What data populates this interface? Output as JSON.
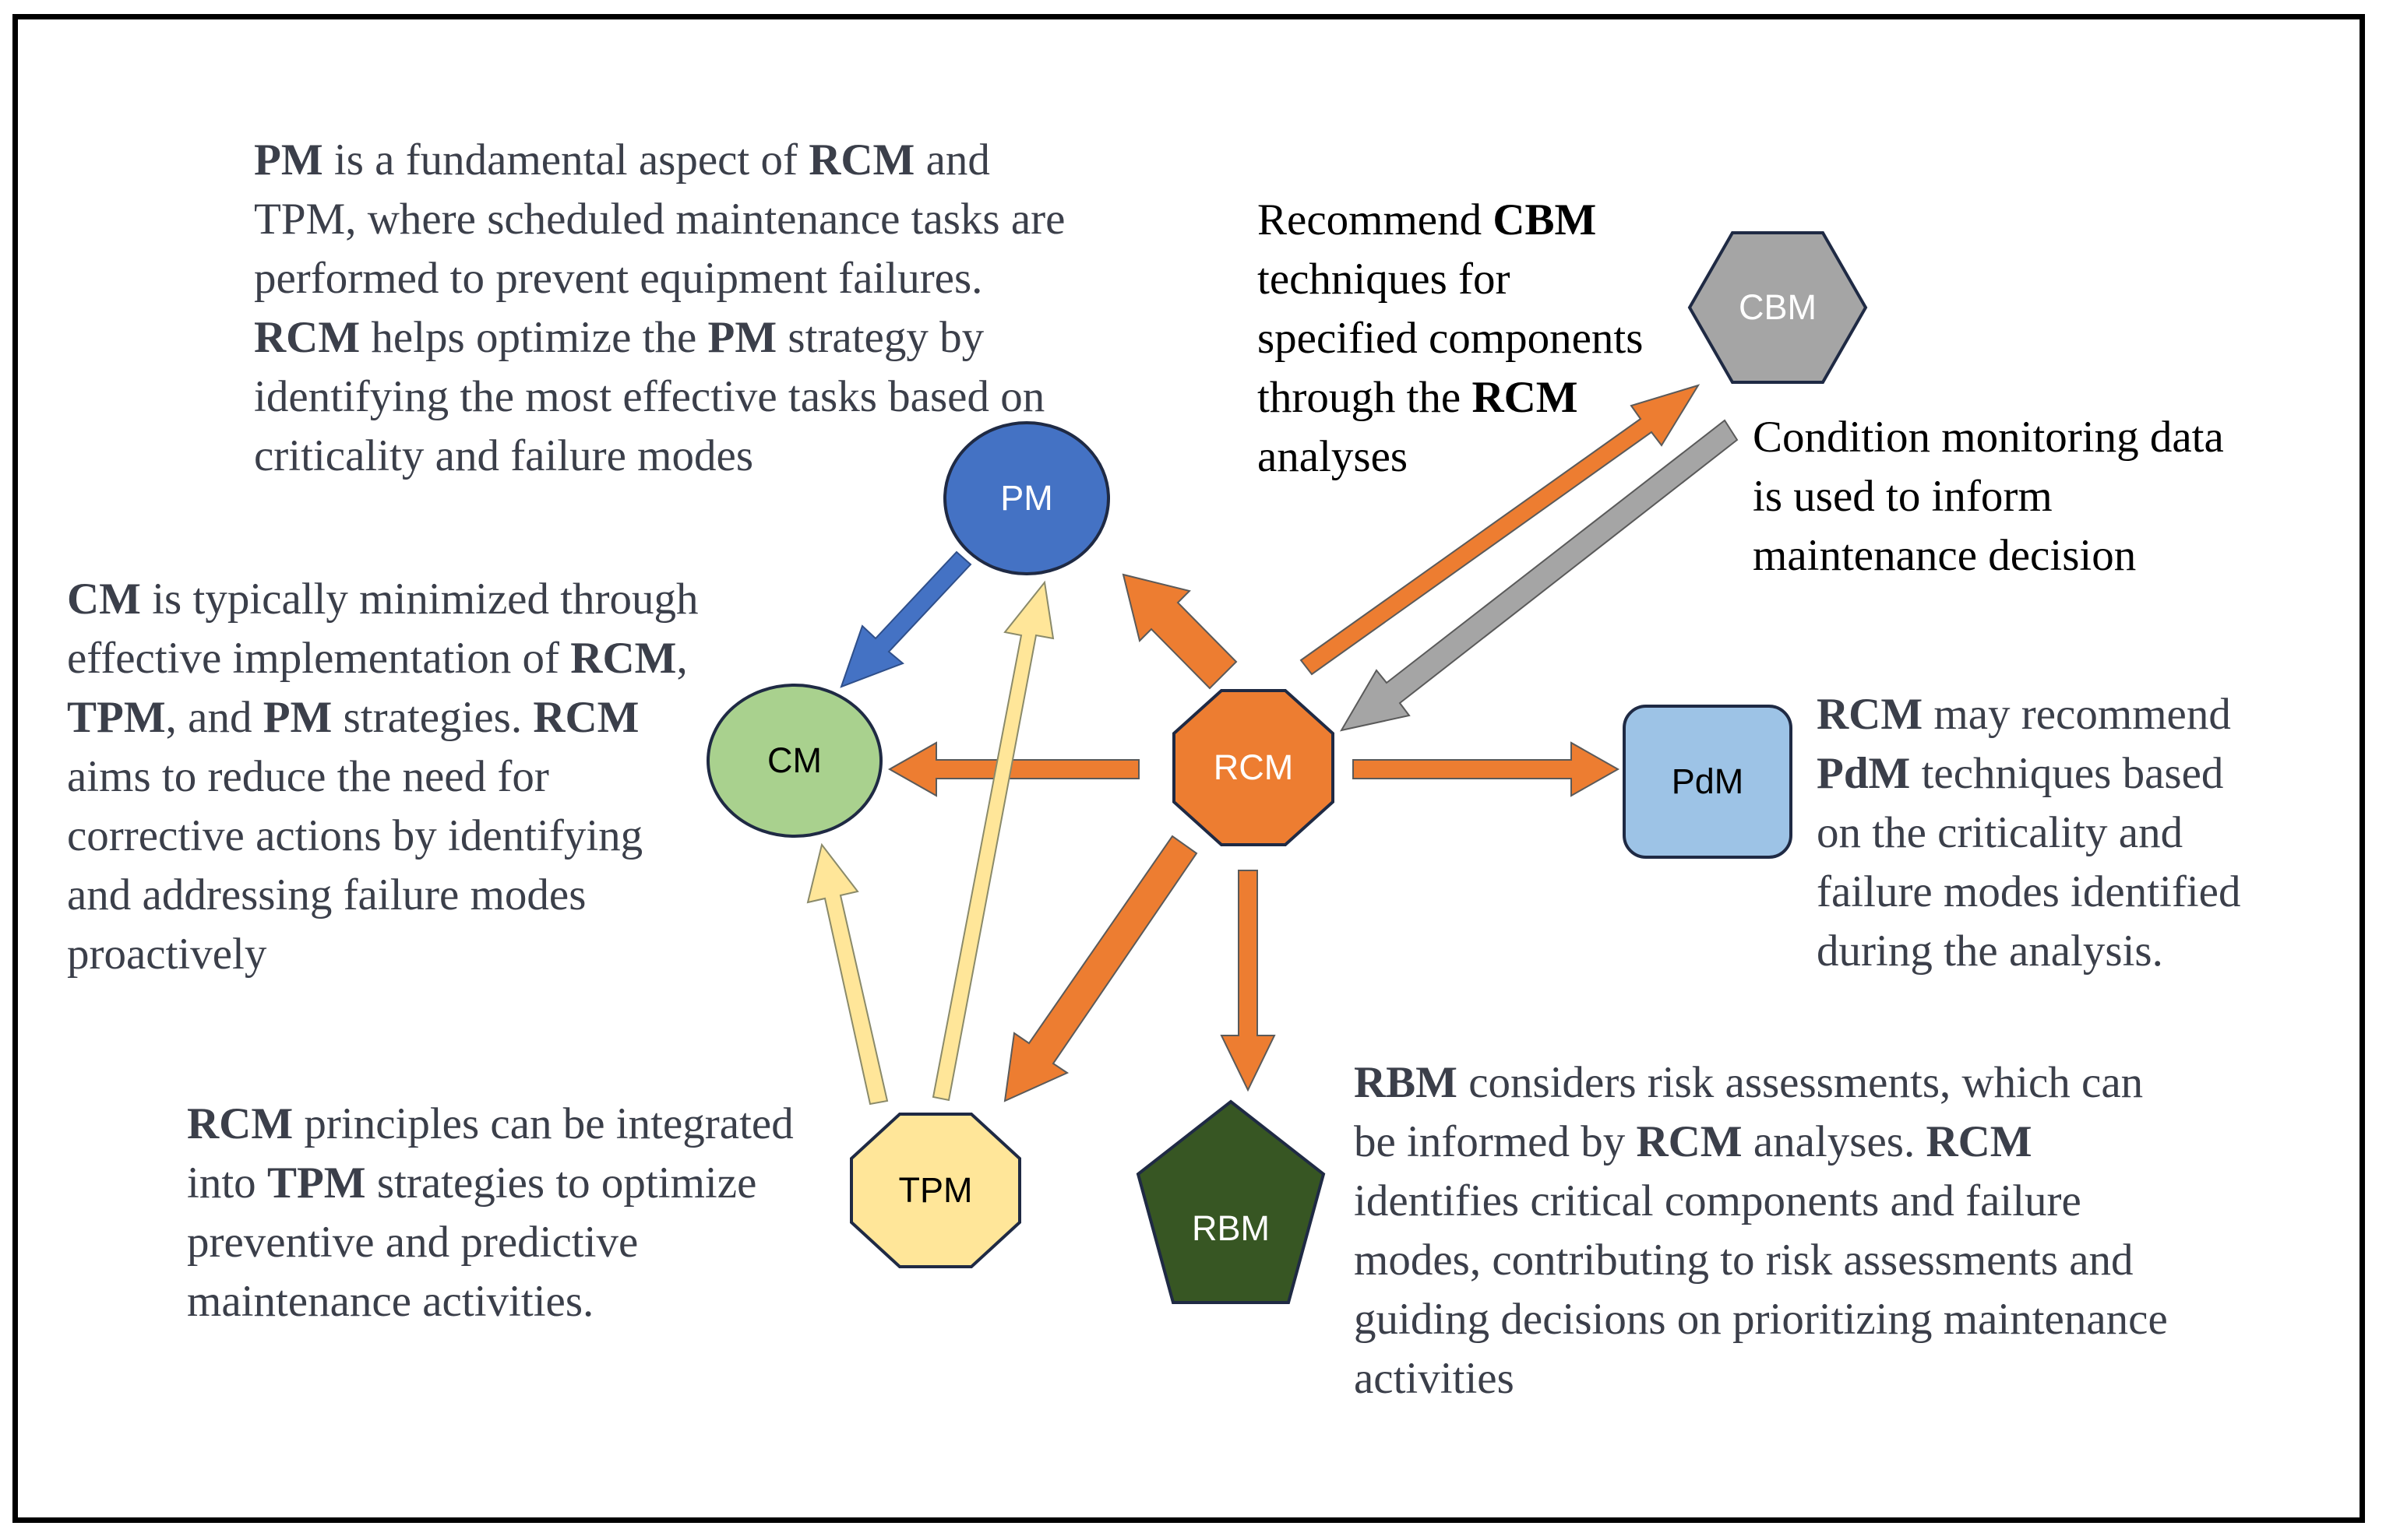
{
  "nodes": {
    "pm": {
      "label": "PM",
      "fill": "#4472c4",
      "text_color": "#ffffff"
    },
    "cm": {
      "label": "CM",
      "fill": "#a9d18e",
      "text_color": "#000000"
    },
    "rcm": {
      "label": "RCM",
      "fill": "#ed7d31",
      "text_color": "#ffffff"
    },
    "cbm": {
      "label": "CBM",
      "fill": "#a5a5a5",
      "text_color": "#ffffff"
    },
    "pdm": {
      "label": "PdM",
      "fill": "#9dc3e6",
      "text_color": "#000000"
    },
    "tpm": {
      "label": "TPM",
      "fill": "#ffe699",
      "text_color": "#000000"
    },
    "rbm": {
      "label": "RBM",
      "fill": "#375623",
      "text_color": "#ffffff"
    }
  },
  "colors": {
    "orange_arrow": "#ed7d31",
    "blue_arrow": "#4472c4",
    "gray_arrow": "#a5a5a5",
    "yellow_arrow": "#ffe699",
    "outline": "#1f2a44"
  },
  "descriptions": {
    "pm": [
      [
        {
          "t": "PM",
          "b": true
        },
        {
          "t": " is a fundamental aspect of "
        },
        {
          "t": "RCM",
          "b": true
        },
        {
          "t": " and"
        }
      ],
      [
        {
          "t": "TPM, where scheduled maintenance tasks are"
        }
      ],
      [
        {
          "t": "performed to prevent equipment failures."
        }
      ],
      [
        {
          "t": "RCM",
          "b": true
        },
        {
          "t": " helps optimize the "
        },
        {
          "t": "PM",
          "b": true
        },
        {
          "t": " strategy by"
        }
      ],
      [
        {
          "t": "identifying the most effective tasks based on"
        }
      ],
      [
        {
          "t": "criticality and failure modes"
        }
      ]
    ],
    "cbm": [
      [
        {
          "t": "Recommend "
        },
        {
          "t": "CBM",
          "b": true
        }
      ],
      [
        {
          "t": "techniques for"
        }
      ],
      [
        {
          "t": "specified components"
        }
      ],
      [
        {
          "t": "through the "
        },
        {
          "t": "RCM",
          "b": true
        }
      ],
      [
        {
          "t": "analyses"
        }
      ]
    ],
    "condition": [
      [
        {
          "t": "Condition monitoring data"
        }
      ],
      [
        {
          "t": "is used to inform"
        }
      ],
      [
        {
          "t": "maintenance decision"
        }
      ]
    ],
    "cm": [
      [
        {
          "t": "CM",
          "b": true
        },
        {
          "t": " is typically minimized through"
        }
      ],
      [
        {
          "t": "effective implementation of "
        },
        {
          "t": "RCM",
          "b": true
        },
        {
          "t": ","
        }
      ],
      [
        {
          "t": "TPM",
          "b": true
        },
        {
          "t": ", and "
        },
        {
          "t": "PM",
          "b": true
        },
        {
          "t": " strategies. "
        },
        {
          "t": "RCM",
          "b": true
        }
      ],
      [
        {
          "t": "aims to reduce the need for"
        }
      ],
      [
        {
          "t": "corrective actions by identifying"
        }
      ],
      [
        {
          "t": "and addressing failure modes"
        }
      ],
      [
        {
          "t": "proactively"
        }
      ]
    ],
    "pdm": [
      [
        {
          "t": "RCM",
          "b": true
        },
        {
          "t": " may recommend"
        }
      ],
      [
        {
          "t": "PdM",
          "b": true
        },
        {
          "t": " techniques based"
        }
      ],
      [
        {
          "t": "on the criticality and"
        }
      ],
      [
        {
          "t": "failure modes identified"
        }
      ],
      [
        {
          "t": "during the analysis."
        }
      ]
    ],
    "tpm": [
      [
        {
          "t": "RCM",
          "b": true
        },
        {
          "t": " principles can be integrated"
        }
      ],
      [
        {
          "t": "into "
        },
        {
          "t": "TPM",
          "b": true
        },
        {
          "t": " strategies to optimize"
        }
      ],
      [
        {
          "t": "preventive and predictive"
        }
      ],
      [
        {
          "t": "maintenance activities."
        }
      ]
    ],
    "rbm": [
      [
        {
          "t": "RBM",
          "b": true
        },
        {
          "t": " considers risk assessments, which can"
        }
      ],
      [
        {
          "t": "be informed by "
        },
        {
          "t": "RCM",
          "b": true
        },
        {
          "t": " analyses. "
        },
        {
          "t": "RCM",
          "b": true
        }
      ],
      [
        {
          "t": "identifies critical components and failure"
        }
      ],
      [
        {
          "t": "modes, contributing to risk assessments and"
        }
      ],
      [
        {
          "t": "guiding decisions on prioritizing maintenance"
        }
      ],
      [
        {
          "t": "activities"
        }
      ]
    ]
  }
}
